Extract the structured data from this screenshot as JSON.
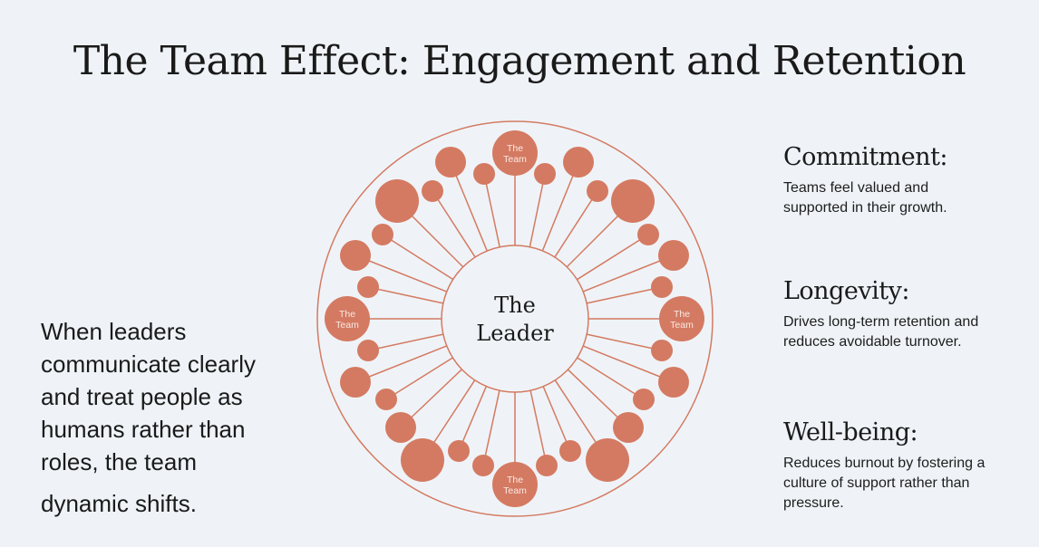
{
  "title": "The Team Effect: Engagement and Retention",
  "left_text": {
    "main": "When leaders communicate clearly and treat people as humans rather than roles, the team",
    "last": "dynamic shifts."
  },
  "diagram": {
    "center_line1": "The",
    "center_line2": "Leader",
    "team_line1": "The",
    "team_line2": "Team",
    "accent": "#d47a62"
  },
  "points": [
    {
      "heading": "Commitment:",
      "text": "Teams feel valued and supported in their growth."
    },
    {
      "heading": "Longevity:",
      "text": "Drives long-term retention and reduces avoidable turnover."
    },
    {
      "heading": "Well-being:",
      "text": "Reduces burnout by fostering a culture of support rather than pressure."
    }
  ]
}
